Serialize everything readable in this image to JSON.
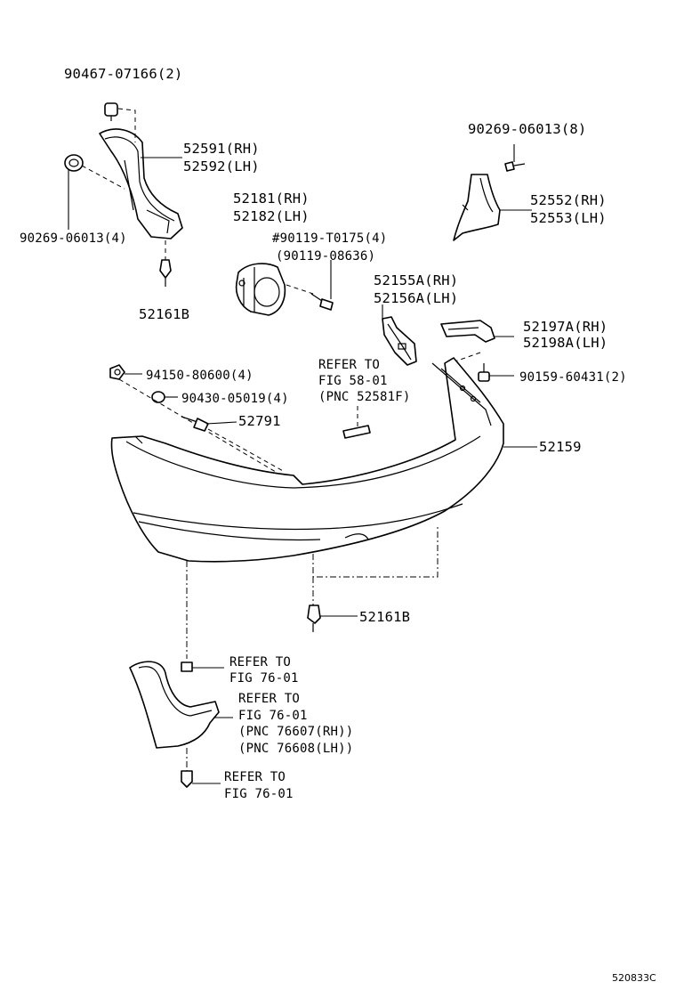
{
  "labels": {
    "bolt_90467": "90467-07166(2)",
    "screw_90269_8": "90269-06013(8)",
    "liner_rh": "52591(RH)",
    "liner_lh": "52592(LH)",
    "clip_90269_4": "90269-06013(4)",
    "bracket_52181_rh": "52181(RH)",
    "bracket_52182_lh": "52182(LH)",
    "screw_t0175": "#90119-T0175(4)",
    "screw_08636": "(90119-08636)",
    "mudflap_52552_rh": "52552(RH)",
    "mudflap_52553_lh": "52553(LH)",
    "clip_52161b_top": "52161B",
    "retainer_52155a_rh": "52155A(RH)",
    "retainer_52156a_lh": "52156A(LH)",
    "support_52197a_rh": "52197A(RH)",
    "support_52198a_lh": "52198A(LH)",
    "nut_94150": "94150-80600(4)",
    "washer_90430": "90430-05019(4)",
    "refer_58_l1": "REFER TO",
    "refer_58_l2": "FIG 58-01",
    "refer_58_l3": "(PNC 52581F)",
    "bolt_90159": "90159-60431(2)",
    "pin_52791": "52791",
    "bumper_52159": "52159",
    "clip_52161b_bottom": "52161B",
    "refer_76a_l1": "REFER TO",
    "refer_76a_l2": "FIG 76-01",
    "refer_76b_l1": "REFER TO",
    "refer_76b_l2": "FIG 76-01",
    "refer_76b_l3": "(PNC 76607(RH))",
    "refer_76b_l4": "(PNC 76608(LH))",
    "refer_76c_l1": "REFER TO",
    "refer_76c_l2": "FIG 76-01",
    "diagram_id": "520833C"
  }
}
